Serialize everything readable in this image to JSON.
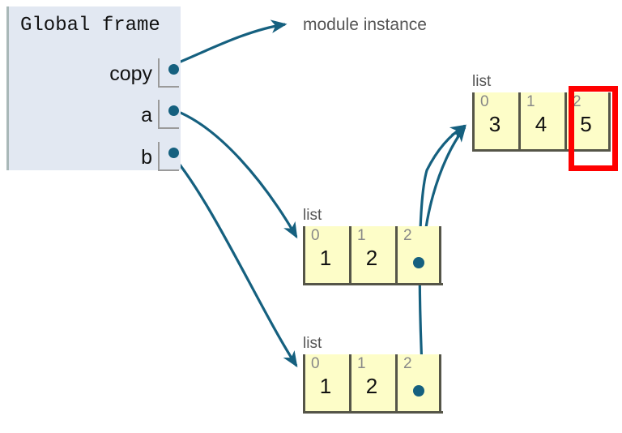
{
  "diagram": {
    "kind": "python-memory-diagram",
    "colors": {
      "frame_background": "#e2e8f2",
      "frame_edge": "#a9b8b8",
      "pointer_blue": "#15607f",
      "object_fill": "#fdfdc8",
      "object_border": "#555548",
      "index_gray": "#888888",
      "label_gray": "#555555",
      "highlight_red": "#ff0000"
    }
  },
  "frame": {
    "title": "Global frame",
    "variables": [
      {
        "name": "copy",
        "value_kind": "pointer"
      },
      {
        "name": "a",
        "value_kind": "pointer"
      },
      {
        "name": "b",
        "value_kind": "pointer"
      }
    ]
  },
  "annotations": [
    {
      "id": "module-instance",
      "text": "module instance"
    }
  ],
  "objects": [
    {
      "id": "list-top-right",
      "label": "list",
      "cells": [
        {
          "index": "0",
          "value": "3",
          "kind": "value",
          "highlighted": false
        },
        {
          "index": "1",
          "value": "4",
          "kind": "value",
          "highlighted": false
        },
        {
          "index": "2",
          "value": "5",
          "kind": "value",
          "highlighted": true
        }
      ]
    },
    {
      "id": "list-middle",
      "label": "list",
      "cells": [
        {
          "index": "0",
          "value": "1",
          "kind": "value",
          "highlighted": false
        },
        {
          "index": "1",
          "value": "2",
          "kind": "value",
          "highlighted": false
        },
        {
          "index": "2",
          "value": "",
          "kind": "pointer",
          "highlighted": false
        }
      ]
    },
    {
      "id": "list-bottom",
      "label": "list",
      "cells": [
        {
          "index": "0",
          "value": "1",
          "kind": "value",
          "highlighted": false
        },
        {
          "index": "1",
          "value": "2",
          "kind": "value",
          "highlighted": false
        },
        {
          "index": "2",
          "value": "",
          "kind": "pointer",
          "highlighted": false
        }
      ]
    }
  ],
  "arrows": [
    {
      "id": "arrow-copy-to-module-instance",
      "from": "frame.copy",
      "to": "module instance"
    },
    {
      "id": "arrow-a-to-list-middle",
      "from": "frame.a",
      "to": "list-middle"
    },
    {
      "id": "arrow-b-to-list-bottom",
      "from": "frame.b",
      "to": "list-bottom"
    },
    {
      "id": "arrow-middle-cell2-to-list-top-right",
      "from": "list-middle.2",
      "to": "list-top-right"
    },
    {
      "id": "arrow-bottom-cell2-to-list-top-right",
      "from": "list-bottom.2",
      "to": "list-top-right"
    }
  ]
}
